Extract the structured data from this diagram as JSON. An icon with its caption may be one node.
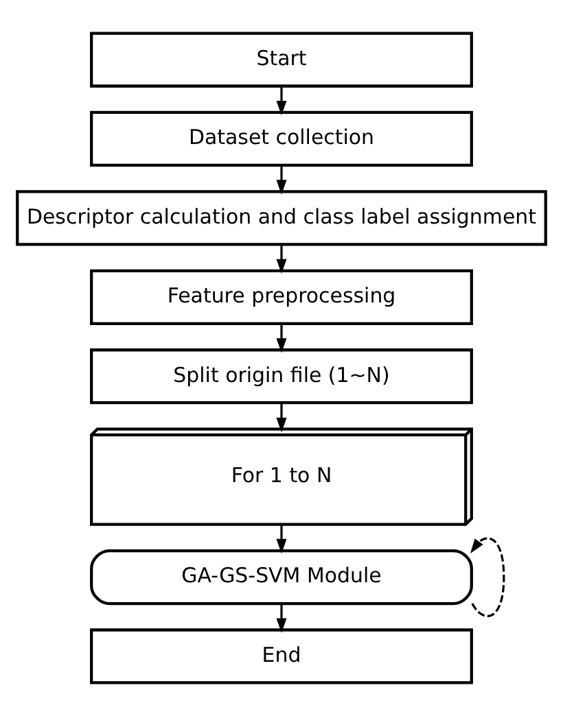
{
  "diagram": {
    "nodes": [
      {
        "text": [
          "Start"
        ]
      },
      {
        "text": [
          "Dataset collection"
        ]
      },
      {
        "text": [
          "Descriptor calculation and class label assignment"
        ]
      },
      {
        "text": [
          "Feature preprocessing"
        ]
      },
      {
        "text": [
          "Split origin file (1~N)"
        ]
      },
      {
        "text": [
          "For 1 to N"
        ]
      },
      {
        "text": [
          "GA-GS-SVM Module"
        ]
      },
      {
        "text": [
          "End"
        ]
      }
    ],
    "edges": [
      {
        "from": 0,
        "to": 1,
        "arrow": "to"
      },
      {
        "from": 1,
        "to": 2,
        "arrow": "to"
      },
      {
        "from": 2,
        "to": 3,
        "arrow": "to"
      },
      {
        "from": 3,
        "to": 4,
        "arrow": "to"
      },
      {
        "from": 4,
        "to": 5,
        "arrow": "to"
      },
      {
        "from": 5,
        "to": 6,
        "arrow": "to"
      },
      {
        "from": 6,
        "to": 7,
        "arrow": "to"
      },
      {
        "from": 6,
        "to": 6,
        "arrow": "to",
        "style": "dashed"
      }
    ]
  }
}
